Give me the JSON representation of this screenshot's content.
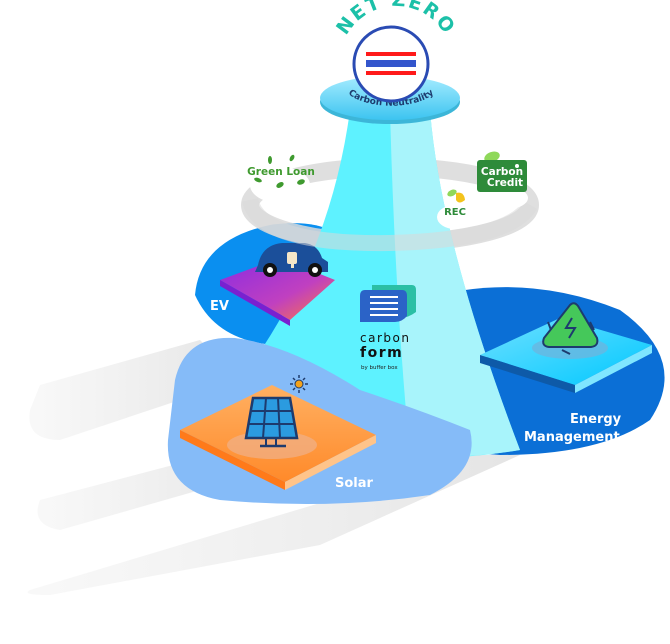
{
  "header": {
    "arc_title": "NET ZERO",
    "badge_label": "Carbon Neutrality",
    "flag": {
      "stripes": [
        "#ff1a1a",
        "#ffffff",
        "#3355cc",
        "#ffffff",
        "#ff1a1a"
      ]
    }
  },
  "finance_ring": {
    "items": [
      {
        "label": "Green Loan",
        "icon": "leaves-icon"
      },
      {
        "label": "REC",
        "icon": "lightning-leaf-icon"
      },
      {
        "label": "Carbon Credit",
        "label_line1": "Carbon",
        "label_line2": "Credit",
        "icon": "wallet-leaf-icon"
      }
    ]
  },
  "brand": {
    "line1": "carbon",
    "line2": "form",
    "tagline": "by buffer box",
    "icon": "document-icon"
  },
  "segments": [
    {
      "label": "EV",
      "icon": "electric-car-icon",
      "color": "#0a8ff0"
    },
    {
      "label": "Solar",
      "icon": "solar-panel-icon",
      "color": "#85bbf8"
    },
    {
      "label": "Energy",
      "label2": "Management",
      "icon": "recycle-energy-icon",
      "color": "#0b6fd6"
    }
  ],
  "colors": {
    "beam": "#5ef2ff",
    "beam_light": "#a8f4fb",
    "net_zero_text": "#1cc0a8",
    "leaf_green": "#3f9a2f",
    "credit_green": "#2e8b3a",
    "solar_orange": "#ff9a3c",
    "ev_purple": "#a030e0"
  }
}
